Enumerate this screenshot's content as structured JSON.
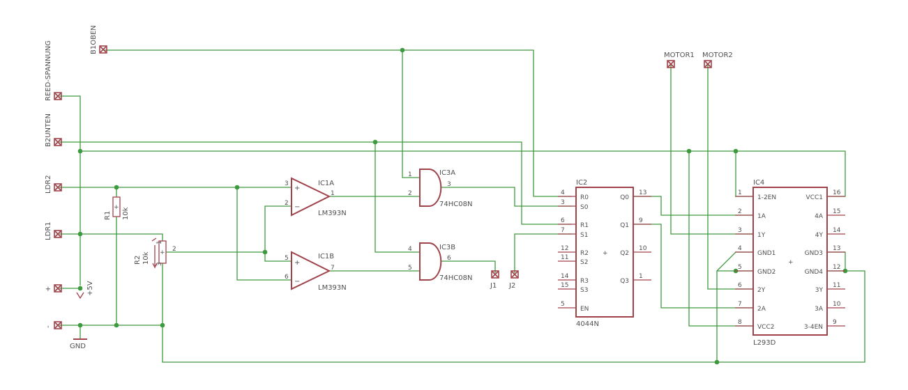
{
  "connectors": {
    "b1oben": "B1OBEN",
    "reed": "REED-SPANNUNG",
    "b2unten": "B2UNTEN",
    "ldr2": "LDR2",
    "ldr1": "LDR1",
    "plus": "+",
    "minus": "-",
    "motor1": "MOTOR1",
    "motor2": "MOTOR2",
    "j1": "J1",
    "j2": "J2"
  },
  "power": {
    "vcc": "+5V",
    "gnd": "GND"
  },
  "r1": {
    "name": "R1",
    "value": "10k"
  },
  "r2": {
    "name": "R2",
    "value": "10k",
    "pin1": "1",
    "pin2": "2",
    "pin3": "3"
  },
  "ic1a": {
    "name": "IC1A",
    "part": "LM393N",
    "pin_plus": "3",
    "pin_minus": "2",
    "pin_out": "1"
  },
  "ic1b": {
    "name": "IC1B",
    "part": "LM393N",
    "pin_plus": "5",
    "pin_minus": "6",
    "pin_out": "7"
  },
  "ic3a": {
    "name": "IC3A",
    "part": "74HC08N",
    "pin_a": "1",
    "pin_b": "2",
    "pin_out": "3"
  },
  "ic3b": {
    "name": "IC3B",
    "part": "74HC08N",
    "pin_a": "4",
    "pin_b": "5",
    "pin_out": "6"
  },
  "ic2": {
    "name": "IC2",
    "part": "4044N",
    "left_pins": [
      {
        "num": "4",
        "label": "R0"
      },
      {
        "num": "3",
        "label": "S0"
      },
      {
        "num": "6",
        "label": "R1"
      },
      {
        "num": "7",
        "label": "S1"
      },
      {
        "num": "12",
        "label": "R2"
      },
      {
        "num": "11",
        "label": "S2"
      },
      {
        "num": "14",
        "label": "R3"
      },
      {
        "num": "15",
        "label": "S3"
      },
      {
        "num": "5",
        "label": "EN"
      }
    ],
    "right_pins": [
      {
        "num": "13",
        "label": "Q0"
      },
      {
        "num": "9",
        "label": "Q1"
      },
      {
        "num": "10",
        "label": "Q2"
      },
      {
        "num": "1",
        "label": "Q3"
      }
    ]
  },
  "ic4": {
    "name": "IC4",
    "part": "L293D",
    "left_pins": [
      {
        "num": "1",
        "label": "1-2EN"
      },
      {
        "num": "2",
        "label": "1A"
      },
      {
        "num": "3",
        "label": "1Y"
      },
      {
        "num": "4",
        "label": "GND1"
      },
      {
        "num": "5",
        "label": "GND2"
      },
      {
        "num": "6",
        "label": "2Y"
      },
      {
        "num": "7",
        "label": "2A"
      },
      {
        "num": "8",
        "label": "VCC2"
      }
    ],
    "right_pins": [
      {
        "num": "16",
        "label": "VCC1"
      },
      {
        "num": "15",
        "label": "4A"
      },
      {
        "num": "14",
        "label": "4Y"
      },
      {
        "num": "13",
        "label": "GND3"
      },
      {
        "num": "12",
        "label": "GND4"
      },
      {
        "num": "11",
        "label": "3Y"
      },
      {
        "num": "10",
        "label": "3A"
      },
      {
        "num": "9",
        "label": "3-4EN"
      }
    ]
  }
}
